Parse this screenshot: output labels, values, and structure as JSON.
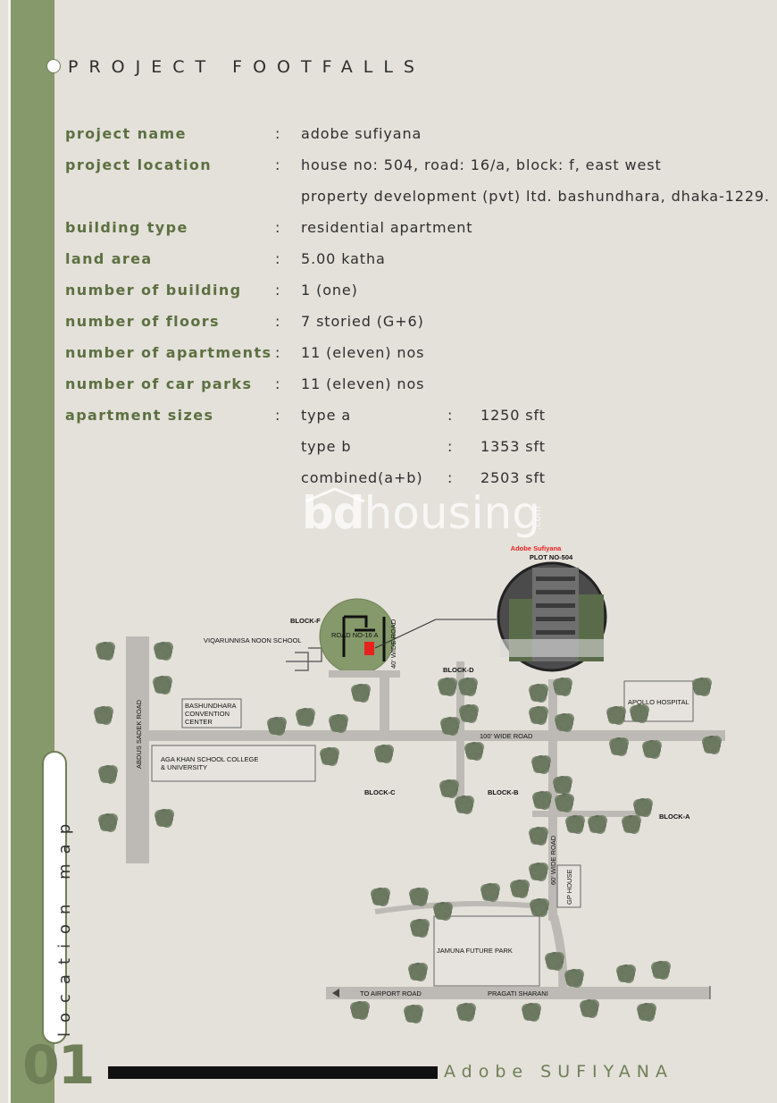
{
  "header": {
    "title": "PROJECT FOOTFALLS"
  },
  "details": [
    {
      "label": "project name",
      "value": "adobe sufiyana"
    },
    {
      "label": "project location",
      "value": "house no: 504, road: 16/a, block: f, east west"
    },
    {
      "label": "",
      "value": "property development (pvt) ltd. bashundhara, dhaka-1229."
    },
    {
      "label": "building type",
      "value": "residential apartment"
    },
    {
      "label": "land area",
      "value": "5.00 katha"
    },
    {
      "label": "number of building",
      "value": "1 (one)"
    },
    {
      "label": "number of floors",
      "value": "7 storied (G+6)"
    },
    {
      "label": "number of apartments",
      "value": "11 (eleven) nos"
    },
    {
      "label": "number of car parks",
      "value": "11 (eleven) nos"
    }
  ],
  "apartment_sizes": {
    "label": "apartment sizes",
    "types": [
      {
        "name": "type a",
        "value": "1250 sft"
      },
      {
        "name": "type b",
        "value": "1353 sft"
      },
      {
        "name": "combined(a+b)",
        "value": "2503 sft"
      }
    ]
  },
  "watermark": {
    "bd": "bd",
    "housing": "housing",
    "com": ".com"
  },
  "map": {
    "project_name": "Adobe Sufiyana",
    "plot": "PLOT NO-504",
    "labels": {
      "block_f": "BLOCK-F",
      "school": "VIQARUNNISA NOON SCHOOL",
      "road16a": "ROAD NO-16 A",
      "road40": "40' WIDE ROAD",
      "block_d": "BLOCK-D",
      "apollo": "APOLLO HOSPITAL",
      "convention1": "BASHUNDHARA",
      "convention2": "CONVENTION",
      "convention3": "CENTER",
      "agakhan1": "AGA KHAN SCHOOL COLLEGE",
      "agakhan2": "& UNIVERSITY",
      "road100": "100' WIDE ROAD",
      "abdus": "ABDUS SADEK ROAD",
      "block_c": "BLOCK-C",
      "block_b": "BLOCK-B",
      "block_a": "BLOCK-A",
      "road60": "60' WIDE ROAD",
      "gp_house": "GP HOUSE",
      "jamuna": "JAMUNA FUTURE PARK",
      "airport": "TO AIRPORT ROAD",
      "pragati": "PRAGATI SHARANI"
    },
    "colors": {
      "road": "#bdbab5",
      "tree": "#4a5a42",
      "circle": "#85996a",
      "plot": "#e8221c"
    }
  },
  "sidebar": {
    "label": "location map",
    "page_number": "01"
  },
  "footer": {
    "text": "Adobe SUFIYANA"
  }
}
